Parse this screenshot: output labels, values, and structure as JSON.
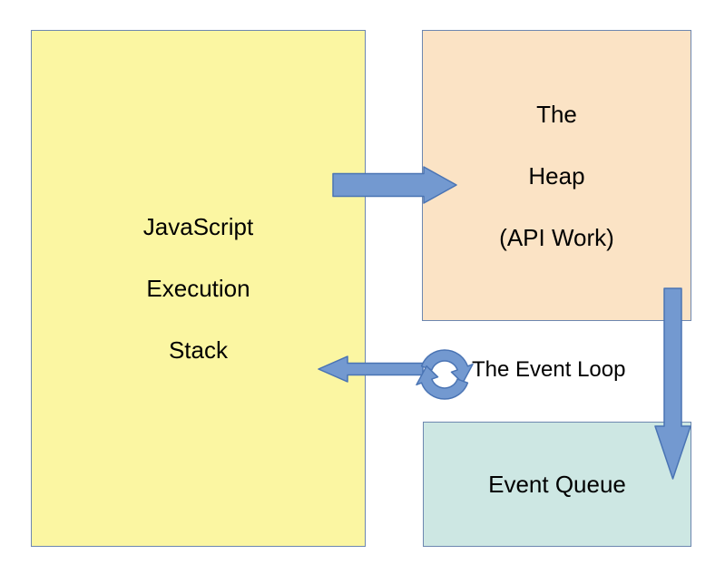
{
  "diagram": {
    "boxes": {
      "stack": {
        "lines": [
          "JavaScript",
          "Execution",
          "Stack"
        ],
        "fill": "#fbf6a2"
      },
      "heap": {
        "lines": [
          "The",
          "Heap",
          "(API Work)"
        ],
        "fill": "#fbe3c5"
      },
      "queue": {
        "lines": [
          "Event Queue"
        ],
        "fill": "#cde7e3"
      }
    },
    "labels": {
      "event_loop": "The Event Loop"
    },
    "icons": {
      "event_loop": "sync-circular-arrows-icon"
    },
    "arrows": [
      {
        "name": "arrow-stack-to-heap",
        "direction": "right",
        "from": "stack",
        "to": "heap"
      },
      {
        "name": "arrow-loop-to-stack",
        "direction": "left",
        "from": "event-loop",
        "to": "stack"
      },
      {
        "name": "arrow-heap-to-queue",
        "direction": "down",
        "from": "heap",
        "to": "queue"
      }
    ],
    "colors": {
      "arrow_fill": "#7399d0",
      "arrow_stroke": "#4a74b4",
      "box_border": "#6d87b0",
      "text": "#000000",
      "background": "#ffffff"
    }
  }
}
